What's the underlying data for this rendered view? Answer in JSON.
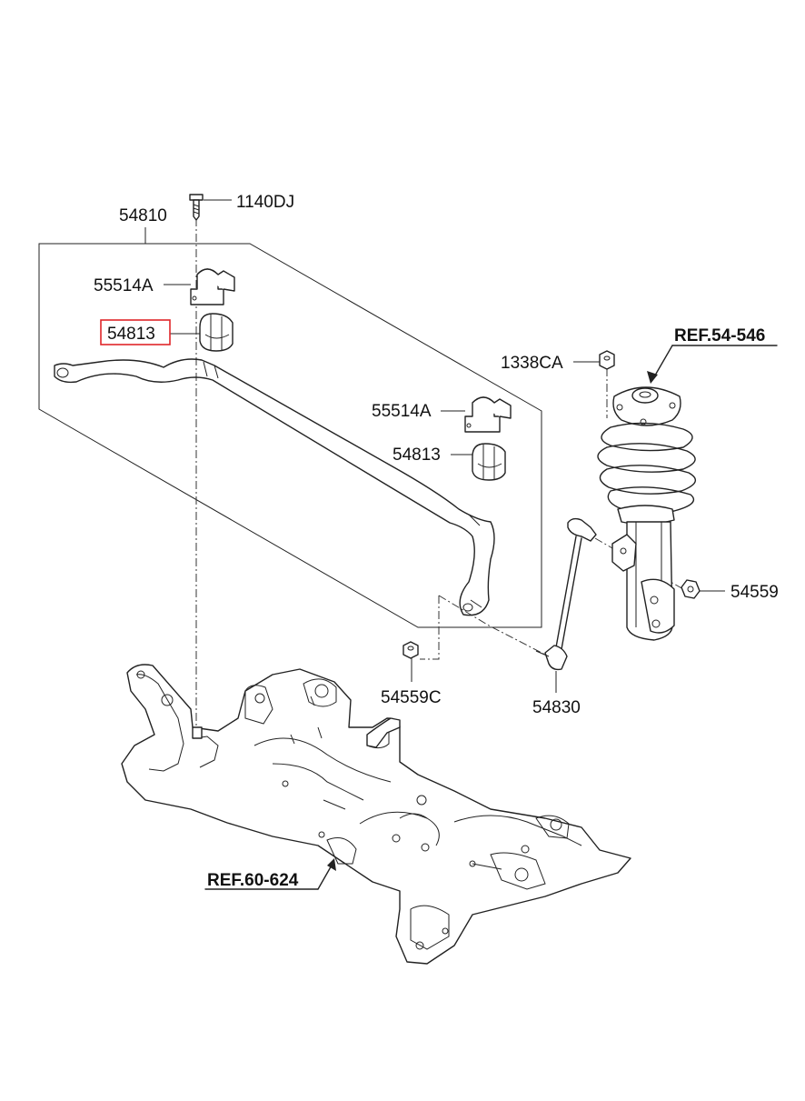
{
  "diagram": {
    "highlight_color": "#e0262a",
    "line_color": "#222222",
    "labels": {
      "p1140dj": "1140DJ",
      "p54810": "54810",
      "p55514a_top": "55514A",
      "p54813_top": "54813",
      "p1338ca": "1338CA",
      "ref_54_546": "REF.54-546",
      "p55514a_mid": "55514A",
      "p54813_mid": "54813",
      "p54559": "54559",
      "p54559c": "54559C",
      "p54830": "54830",
      "ref_60_624": "REF.60-624"
    },
    "highlighted_part": "54813"
  }
}
